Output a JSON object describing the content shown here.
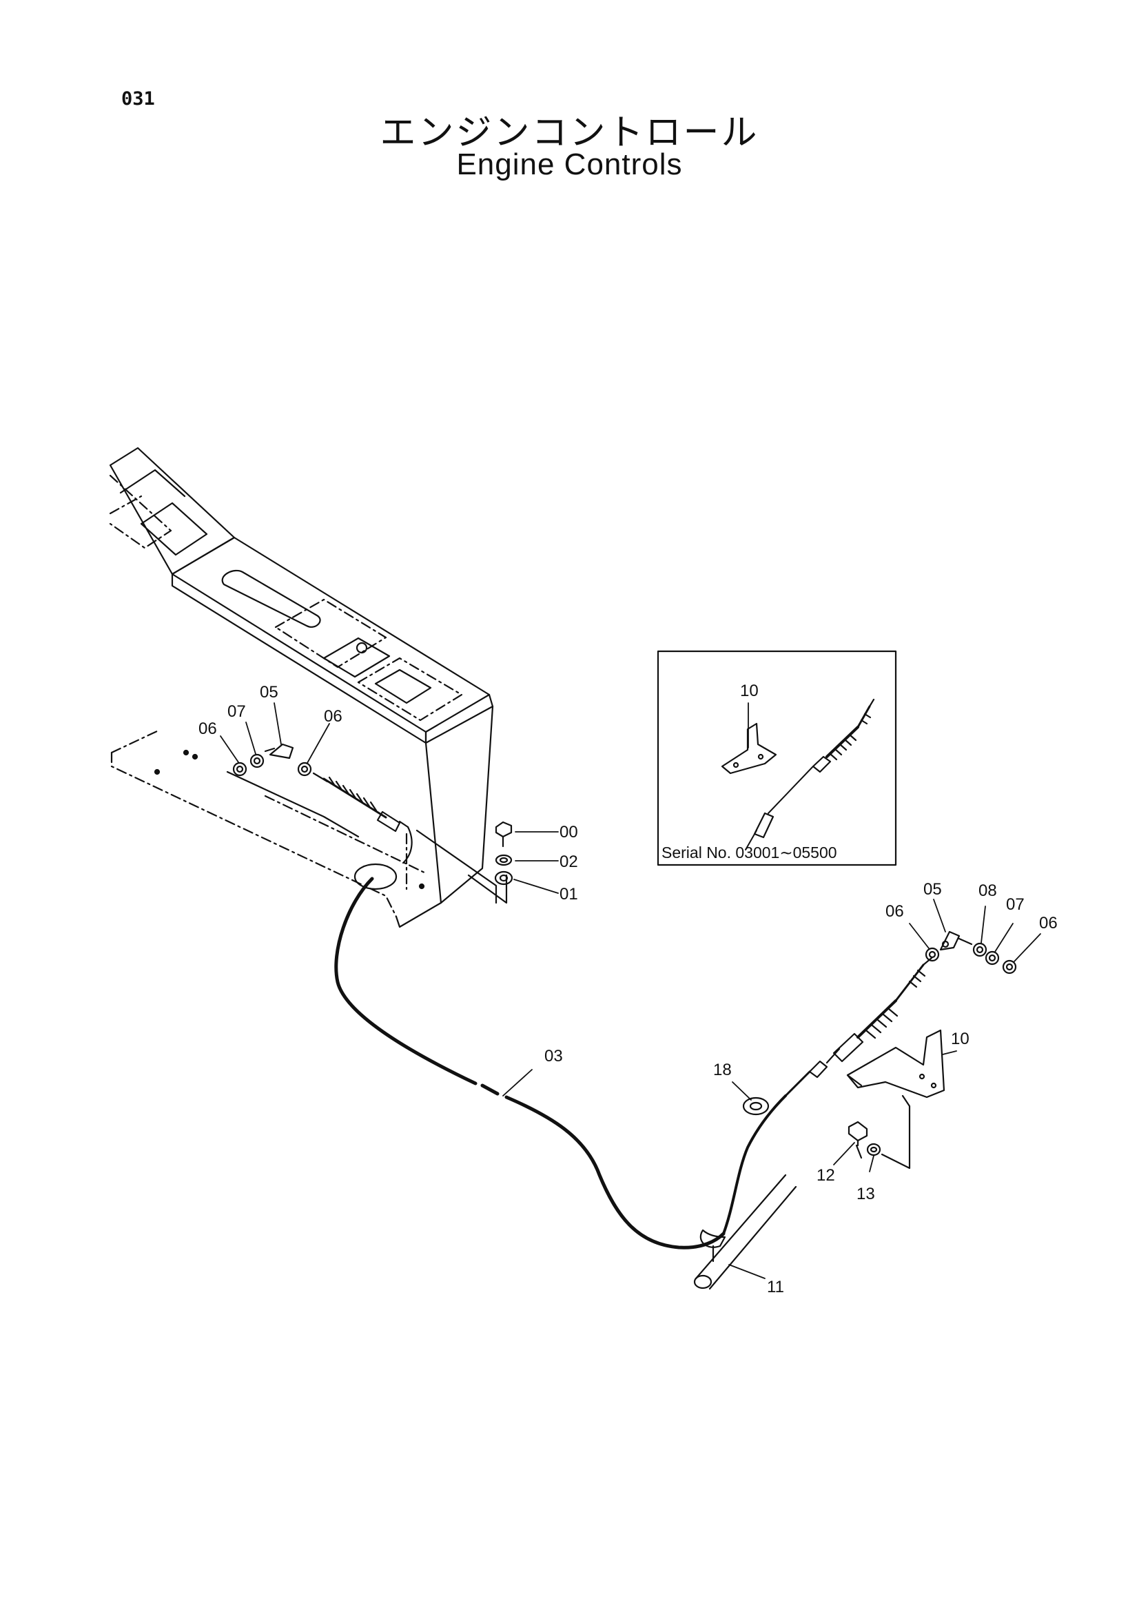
{
  "page_number": "031",
  "title_ja": "エンジンコントロール",
  "title_en": "Engine Controls",
  "inset": {
    "serial_label": "Serial No. 03001∼05500"
  },
  "callouts": {
    "c00": "00",
    "c01": "01",
    "c02": "02",
    "c03": "03",
    "c05_left": "05",
    "c05_right": "05",
    "c06_left_a": "06",
    "c06_left_b": "06",
    "c06_right_a": "06",
    "c06_right_b": "06",
    "c07_left": "07",
    "c07_right": "07",
    "c08": "08",
    "c10_right": "10",
    "c10_inset": "10",
    "c11": "11",
    "c12": "12",
    "c13": "13",
    "c18": "18"
  },
  "colors": {
    "ink": "#111111",
    "paper": "#ffffff"
  }
}
